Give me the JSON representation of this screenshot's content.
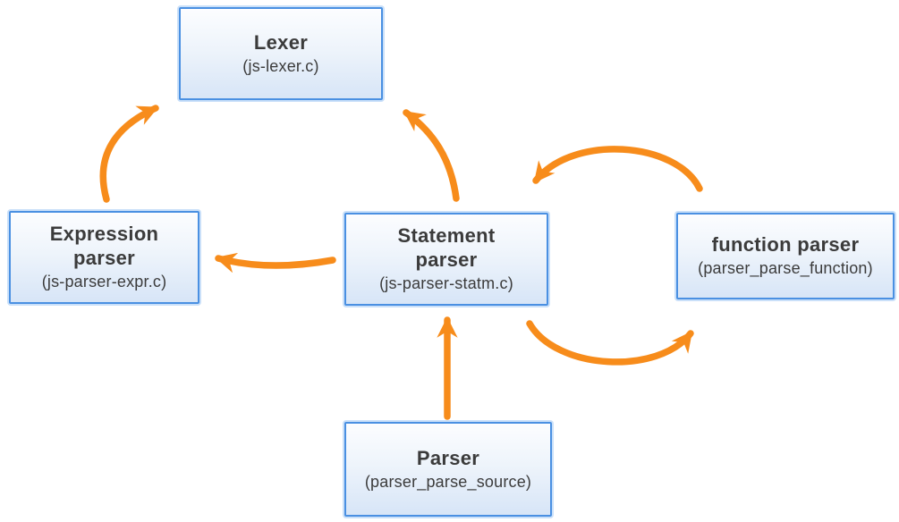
{
  "colors": {
    "arrow": "#f78c1b",
    "box_border": "#4a90e2",
    "box_fill_top": "#fcfdff",
    "box_fill_bottom": "#d7e5f7",
    "text": "#3b3b3b"
  },
  "boxes": [
    {
      "id": "lexer",
      "title": [
        "Lexer"
      ],
      "subtitle": "(js-lexer.c)"
    },
    {
      "id": "expression-parser",
      "title": [
        "Expression",
        "parser"
      ],
      "subtitle": "(js-parser-expr.c)"
    },
    {
      "id": "statement-parser",
      "title": [
        "Statement",
        "parser"
      ],
      "subtitle": "(js-parser-statm.c)"
    },
    {
      "id": "function-parser",
      "title": [
        "function parser"
      ],
      "subtitle": "(parser_parse_function)"
    },
    {
      "id": "parser",
      "title": [
        "Parser"
      ],
      "subtitle": "(parser_parse_source)"
    }
  ],
  "edges": [
    {
      "from": "expression-parser",
      "to": "lexer"
    },
    {
      "from": "statement-parser",
      "to": "lexer"
    },
    {
      "from": "statement-parser",
      "to": "expression-parser"
    },
    {
      "from": "function-parser",
      "to": "statement-parser"
    },
    {
      "from": "statement-parser",
      "to": "function-parser"
    },
    {
      "from": "parser",
      "to": "statement-parser"
    }
  ]
}
